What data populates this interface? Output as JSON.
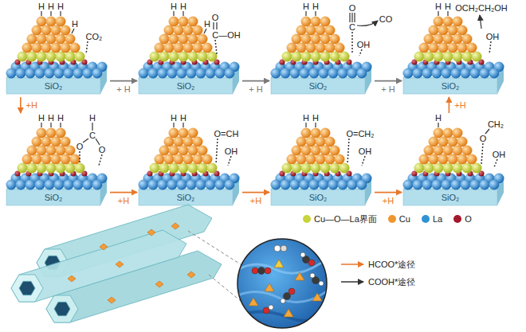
{
  "diagram": {
    "nodes": [
      {
        "text": [
          "SiO₂"
        ]
      },
      {
        "text": [
          "SiO₂"
        ]
      },
      {
        "text": [
          "SiO₂"
        ]
      },
      {
        "text": [
          "SiO₂"
        ]
      },
      {
        "text": [
          "SiO₂"
        ]
      },
      {
        "text": [
          "SiO₂"
        ]
      },
      {
        "text": [
          "SiO₂"
        ]
      },
      {
        "text": [
          "SiO₂"
        ]
      }
    ],
    "edges": [
      {
        "from": 0,
        "to": 1,
        "arrow": "to",
        "label": "+ H"
      },
      {
        "from": 1,
        "to": 2,
        "arrow": "to",
        "label": "+ H"
      },
      {
        "from": 2,
        "to": 3,
        "arrow": "to",
        "label": "+ H"
      },
      {
        "from": 0,
        "to": 4,
        "arrow": "to",
        "label": "+H"
      },
      {
        "from": 4,
        "to": 5,
        "arrow": "to",
        "label": "+H"
      },
      {
        "from": 5,
        "to": 6,
        "arrow": "to",
        "label": "+H"
      },
      {
        "from": 6,
        "to": 7,
        "arrow": "to",
        "label": "+H"
      },
      {
        "from": 7,
        "to": 3,
        "arrow": "to",
        "label": "+H"
      }
    ],
    "labels": [
      "H",
      "H",
      "H",
      "H",
      "CO₂",
      "H",
      "H",
      "H",
      "O",
      "C—OH",
      "H",
      "H",
      "O",
      "C",
      "OH",
      "CO",
      "H",
      "H",
      "OCH₂CH₂OH",
      "OH",
      "H",
      "H",
      "H",
      "H",
      "C",
      "O",
      "O",
      "H",
      "H",
      "O=CH",
      "OH",
      "H",
      "H",
      "O=CH₂",
      "OH",
      "H",
      "CH₂",
      "O",
      "OH"
    ],
    "legend": [
      {
        "text": "Cu—O—La界面",
        "color": "#c9d43a"
      },
      {
        "text": "Cu",
        "color": "#f0962e"
      },
      {
        "text": "La",
        "color": "#2e93d4"
      },
      {
        "text": "O",
        "color": "#a3182a"
      },
      {
        "text": "HCOO*途径"
      },
      {
        "text": "COOH*途径"
      }
    ]
  }
}
